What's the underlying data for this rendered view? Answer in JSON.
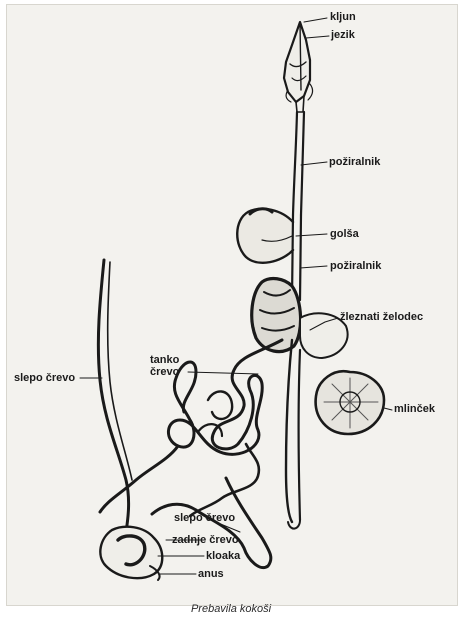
{
  "labels": {
    "kljun": "kljun",
    "jezik": "jezik",
    "poziralnik_top": "požiralnik",
    "golsa": "golša",
    "poziralnik_lower": "požiralnik",
    "zleznati_zelodec": "žleznati želodec",
    "mlincek": "mlinček",
    "slepo_crevo_left": "slepo črevo",
    "tanko_crevo": "tanko\nčrevo",
    "slepo_crevo_bottom": "slepo črevo",
    "zadnje_crevo": "zadnje črevo",
    "kloaka": "kloaka",
    "anus": "anus"
  },
  "caption": "Prebavila kokoši"
}
